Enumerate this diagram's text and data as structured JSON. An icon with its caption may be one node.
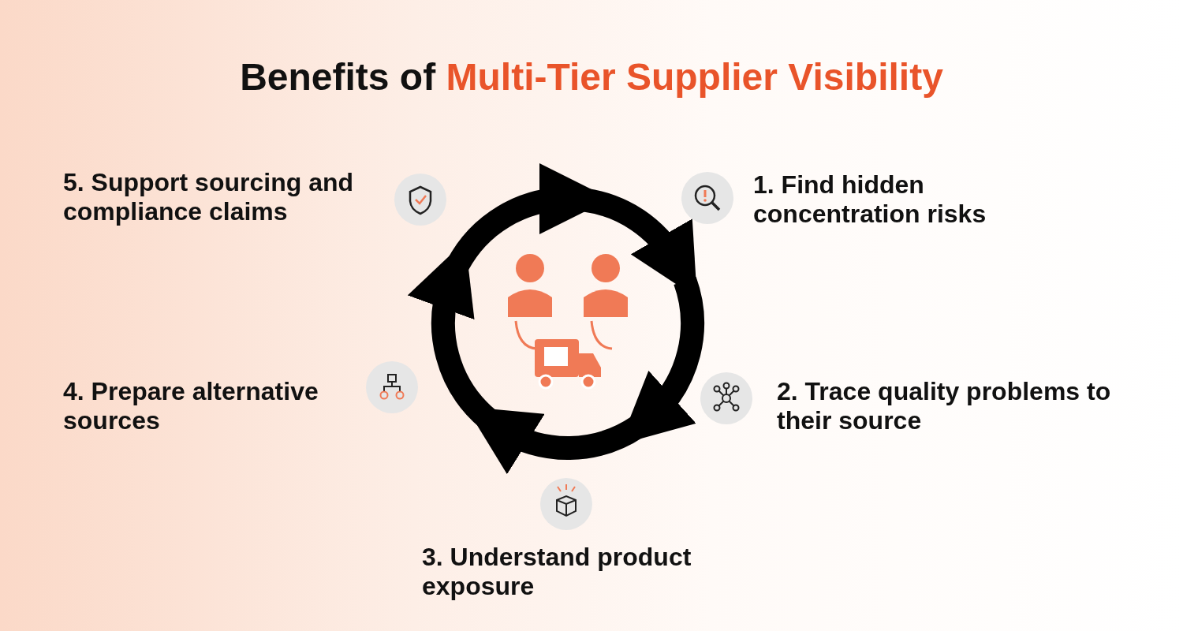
{
  "diagram": {
    "title": "Benefits of Multi-Tier Supplier Visibility",
    "labels": [
      "5. Support sourcing and compliance claims",
      "1. Find hidden concentration risks",
      "4. Prepare alternative sources",
      "2. Trace quality problems to their source",
      "3. Understand product exposure"
    ]
  }
}
